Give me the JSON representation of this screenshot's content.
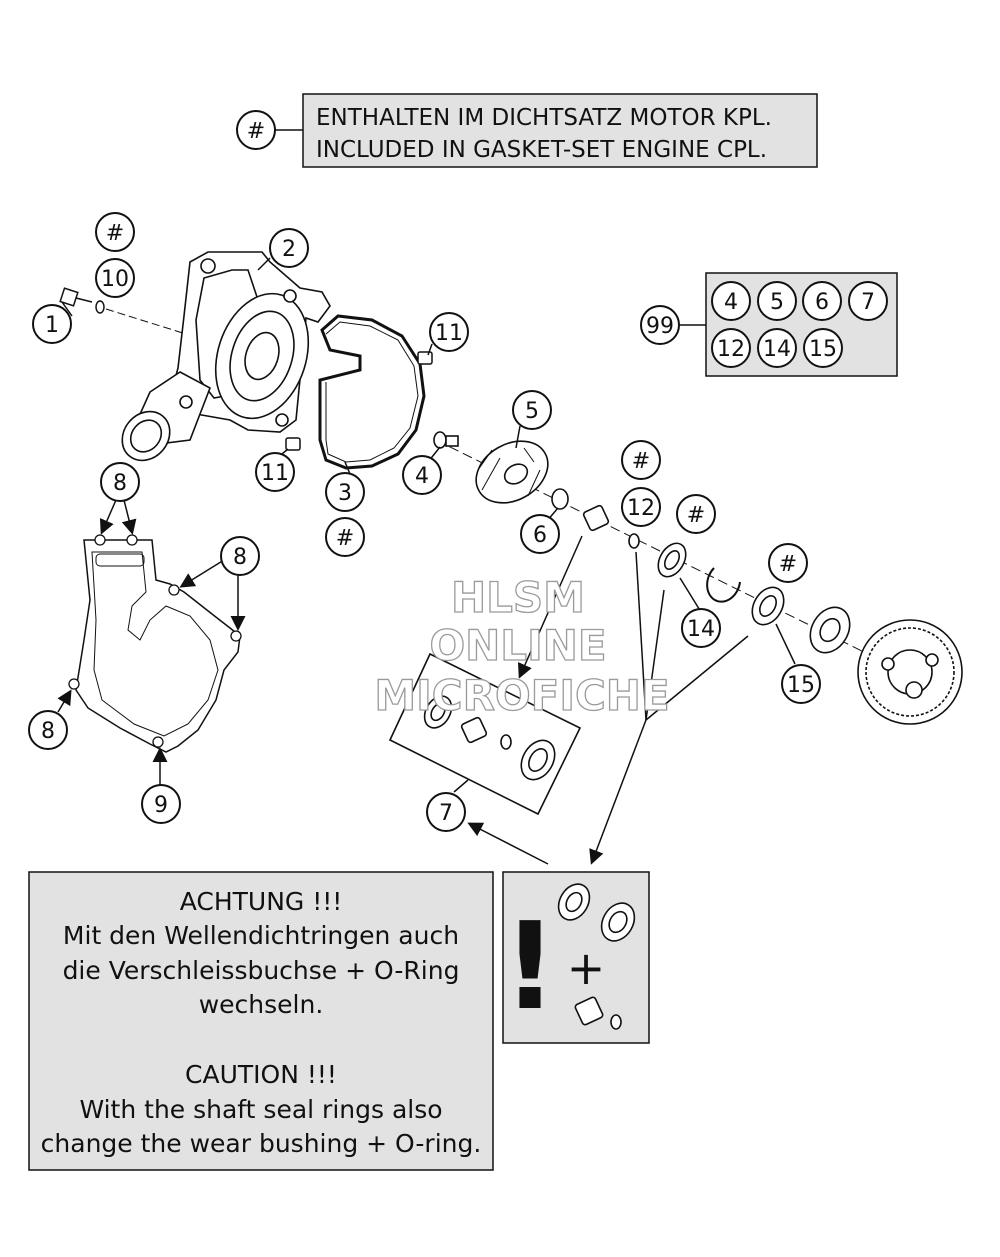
{
  "legend": {
    "symbol": "#",
    "line_de": "ENTHALTEN IM DICHTSATZ MOTOR KPL.",
    "line_en": "INCLUDED IN GASKET-SET ENGINE CPL."
  },
  "kit": {
    "number": "99",
    "members": [
      "4",
      "5",
      "6",
      "7",
      "12",
      "14",
      "15"
    ]
  },
  "callouts": [
    {
      "id": "c1",
      "label": "1"
    },
    {
      "id": "c2",
      "label": "2"
    },
    {
      "id": "c3",
      "label": "3"
    },
    {
      "id": "c3h",
      "label": "#"
    },
    {
      "id": "c4",
      "label": "4"
    },
    {
      "id": "c5",
      "label": "5"
    },
    {
      "id": "c6",
      "label": "6"
    },
    {
      "id": "c7",
      "label": "7"
    },
    {
      "id": "c8a",
      "label": "8"
    },
    {
      "id": "c8b",
      "label": "8"
    },
    {
      "id": "c8c",
      "label": "8"
    },
    {
      "id": "c9",
      "label": "9"
    },
    {
      "id": "c10",
      "label": "10"
    },
    {
      "id": "c10h",
      "label": "#"
    },
    {
      "id": "c11a",
      "label": "11"
    },
    {
      "id": "c11b",
      "label": "11"
    },
    {
      "id": "c12",
      "label": "12"
    },
    {
      "id": "c12h",
      "label": "#"
    },
    {
      "id": "c14",
      "label": "14"
    },
    {
      "id": "c14h",
      "label": "#"
    },
    {
      "id": "c15",
      "label": "15"
    },
    {
      "id": "c15h",
      "label": "#"
    }
  ],
  "watermark": [
    "HLSM",
    "ONLINE",
    "MICROFICHE"
  ],
  "warning": {
    "title_de": "ACHTUNG !!!",
    "lines_de": [
      "Mit den Wellendichtringen auch",
      "die Verschleissbuchse + O-Ring",
      "wechseln."
    ],
    "title_en": "CAUTION !!!",
    "lines_en": [
      "With the shaft seal rings also",
      "change the wear bushing + O-ring."
    ]
  },
  "warning_icon": {
    "mark": "!",
    "plus": "+"
  },
  "colors": {
    "box_fill": "#e2e2e2",
    "line": "#111111"
  }
}
